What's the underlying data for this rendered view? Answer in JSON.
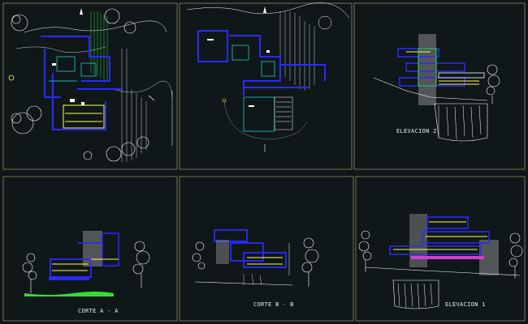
{
  "drawing": {
    "background": "#0f1719",
    "line_colors": {
      "frame": "#8a8f6a",
      "wall": "#2a2aff",
      "accent_yellow": "#ffff55",
      "accent_cyan": "#28e0e0",
      "accent_green": "#33dd33",
      "accent_magenta": "#d040d0",
      "white": "#ffffff",
      "grey": "#8a8a8a"
    },
    "panels": [
      {
        "id": "plan-lower",
        "label": ""
      },
      {
        "id": "plan-upper",
        "label": ""
      },
      {
        "id": "elevation-2",
        "label": "ELEVACION 2"
      },
      {
        "id": "section-a-a",
        "label": "CORTE  A - A"
      },
      {
        "id": "section-b-b",
        "label": "CORTE  B - B"
      },
      {
        "id": "elevation-1",
        "label": "ELEVACION 1"
      }
    ]
  }
}
